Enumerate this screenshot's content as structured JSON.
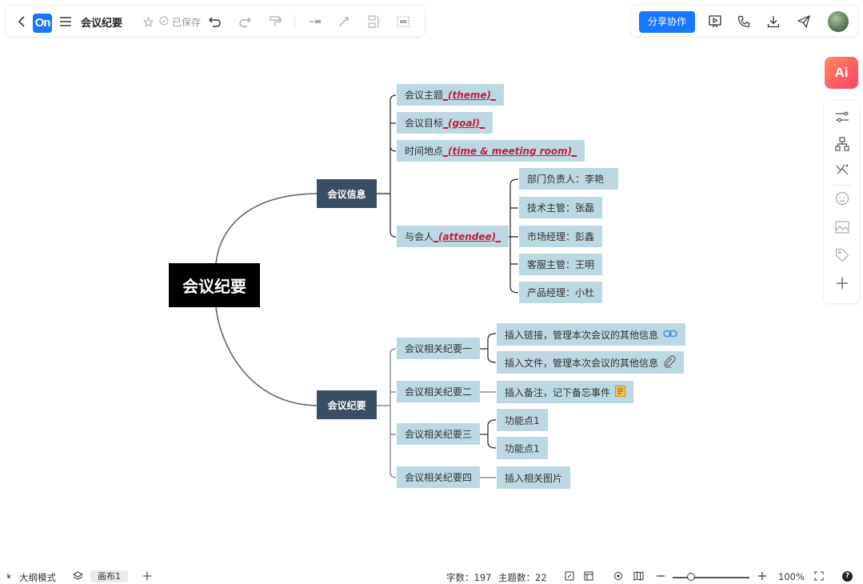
{
  "toolbar": {
    "logo_text": "On",
    "title": "会议纪要",
    "saved_label": "已保存",
    "share_label": "分享协作"
  },
  "sidebar": {
    "ai_label": "Ai",
    "icons": [
      "style-icon",
      "structure-icon",
      "layout-icon",
      "emoji-icon",
      "image-icon",
      "tag-icon",
      "add-icon"
    ]
  },
  "mindmap": {
    "root": "会议纪要",
    "branch1": {
      "label": "会议信息",
      "items": [
        {
          "prefix": "会议主题",
          "red": "_(theme)_"
        },
        {
          "prefix": "会议目标",
          "red": "_(goal)_"
        },
        {
          "prefix": "时间地点",
          "red": "_(time & meeting room)_"
        },
        {
          "prefix": "与会人",
          "red": "_(attendee)_"
        }
      ],
      "attendees": [
        "部门负责人：李艳",
        "技术主管：张磊",
        "市场经理：彭鑫",
        "客服主管：王明",
        "产品经理：小杜"
      ]
    },
    "branch2": {
      "label": "会议纪要",
      "items": [
        {
          "label": "会议相关纪要一",
          "children": [
            "插入链接，管理本次会议的其他信息",
            "插入文件，管理本次会议的其他信息"
          ]
        },
        {
          "label": "会议相关纪要二",
          "children": [
            "插入备注，记下备忘事件"
          ]
        },
        {
          "label": "会议相关纪要三",
          "children": [
            "功能点1",
            "功能点1"
          ]
        },
        {
          "label": "会议相关纪要四",
          "children": [
            "插入相关图片"
          ]
        }
      ]
    }
  },
  "statusbar": {
    "outline_mode": "大纲模式",
    "page_tab": "画布1",
    "word_count_label": "字数：",
    "word_count": "197",
    "topic_count_label": "主题数：",
    "topic_count": "22",
    "zoom": "100%",
    "help": "?"
  },
  "colors": {
    "accent": "#1677ff",
    "root_bg": "#000000",
    "main_node_bg": "#3a4d63",
    "sub_node_bg": "#bcd8e3",
    "highlight_text": "#c41e3a"
  }
}
